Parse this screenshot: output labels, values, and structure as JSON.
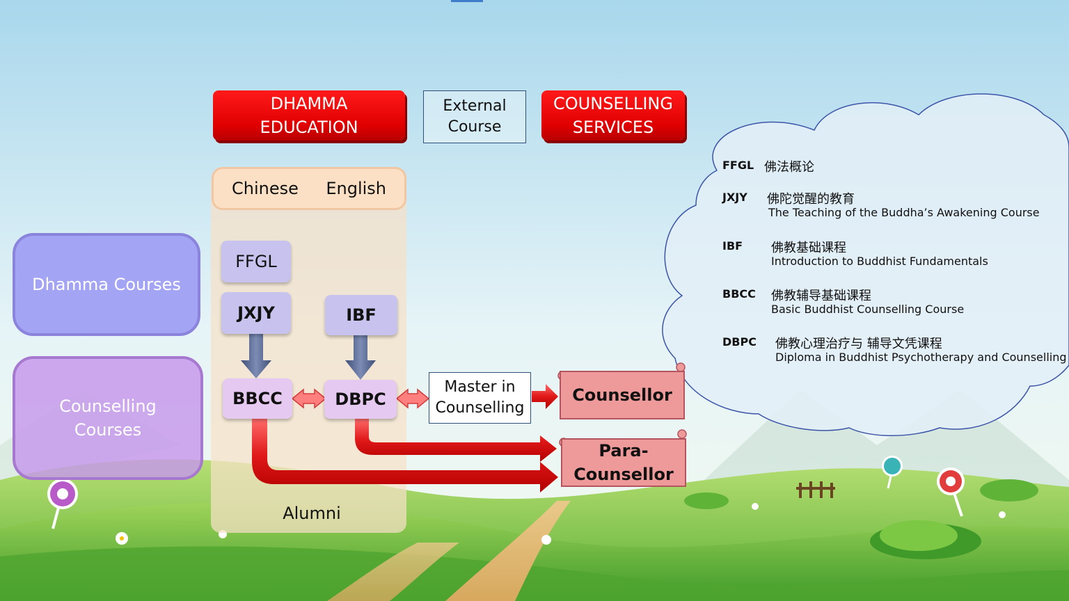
{
  "headers": {
    "dhamma_education": "DHAMMA\nEDUCATION",
    "external_course": "External\nCourse",
    "counselling_services": "COUNSELLING\nSERVICES"
  },
  "languages": {
    "chinese": "Chinese",
    "english": "English"
  },
  "sidebar": {
    "dhamma_courses": "Dhamma Courses",
    "counselling_courses": "Counselling\nCourses"
  },
  "courses": {
    "ffgl": "FFGL",
    "jxjy": "JXJY",
    "ibf": "IBF",
    "bbcc": "BBCC",
    "dbpc": "DBPC"
  },
  "master": "Master in\nCounselling",
  "outcomes": {
    "counsellor": "Counsellor",
    "para_counsellor": "Para-\nCounsellor"
  },
  "alumni": "Alumni",
  "legend": [
    {
      "abbr": "FFGL",
      "cn": "佛法概论",
      "en": ""
    },
    {
      "abbr": "JXJY",
      "cn": "佛陀觉醒的教育",
      "en": "The Teaching of the Buddha’s Awakening Course"
    },
    {
      "abbr": "IBF",
      "cn": "佛教基础课程",
      "en": "Introduction to Buddhist Fundamentals"
    },
    {
      "abbr": "BBCC",
      "cn": "佛教辅导基础课程",
      "en": "Basic Buddhist Counselling Course"
    },
    {
      "abbr": "DBPC",
      "cn": "佛教心理治疗与 辅导文凭课程",
      "en": "Diploma in Buddhist Psychotherapy and Counselling"
    }
  ],
  "colors": {
    "header_red": "#e00000",
    "arrow_red": "#ee2a2a",
    "arrow_blue": "#5b6c95",
    "sky": "#cfe8f4",
    "grass": "#6fbf3a"
  }
}
